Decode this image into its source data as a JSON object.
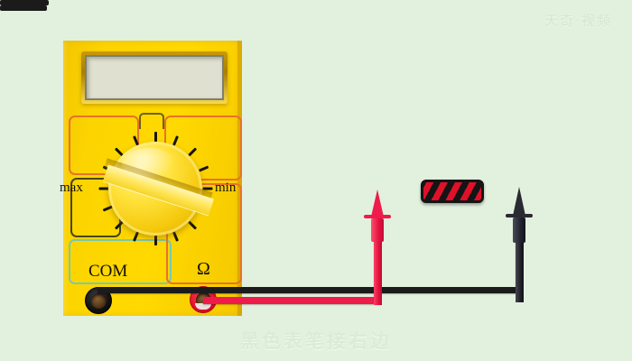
{
  "scene": {
    "background_color": "#e2f1de",
    "watermark": "天奇·视频",
    "caption": "黑色表笔接右边"
  },
  "multimeter": {
    "body_color": "#ffd900",
    "display": {
      "name": "lcd-display",
      "value": "",
      "screen_color": "#dfe0cf"
    },
    "dial": {
      "label_left": "max",
      "label_right": "min",
      "tick_count": 16,
      "knob_color": "#ffe23c"
    },
    "jacks": [
      {
        "id": "com",
        "label": "COM",
        "ring_color": "#111111"
      },
      {
        "id": "ohm",
        "label": "Ω",
        "ring_color": "#e01029"
      }
    ],
    "regions": [
      {
        "id": "region-top-left",
        "outline_color": "#e8722a"
      },
      {
        "id": "region-top-right",
        "outline_color": "#e8722a"
      },
      {
        "id": "region-top-tab",
        "outline_color": "#6e6414"
      },
      {
        "id": "region-left",
        "outline_color": "#4a451a"
      },
      {
        "id": "region-bottom-left",
        "outline_color": "#79c9ac"
      },
      {
        "id": "region-bottom-right",
        "outline_color": "#e8722a"
      }
    ]
  },
  "circuit": {
    "resistor": {
      "name": "resistor",
      "body_color": "#e01029",
      "stripe_color": "#141414"
    },
    "leads": [
      {
        "id": "red-lead",
        "color": "#ef1b4b",
        "from": "ohm-jack",
        "to": "red-probe"
      },
      {
        "id": "black-lead",
        "color": "#1b1b1b",
        "from": "com-jack",
        "to": "black-probe"
      }
    ],
    "probes": [
      {
        "id": "red-probe",
        "color": "#ef1b4b",
        "position": "left"
      },
      {
        "id": "black-probe",
        "color": "#2a2a33",
        "position": "right"
      }
    ]
  }
}
